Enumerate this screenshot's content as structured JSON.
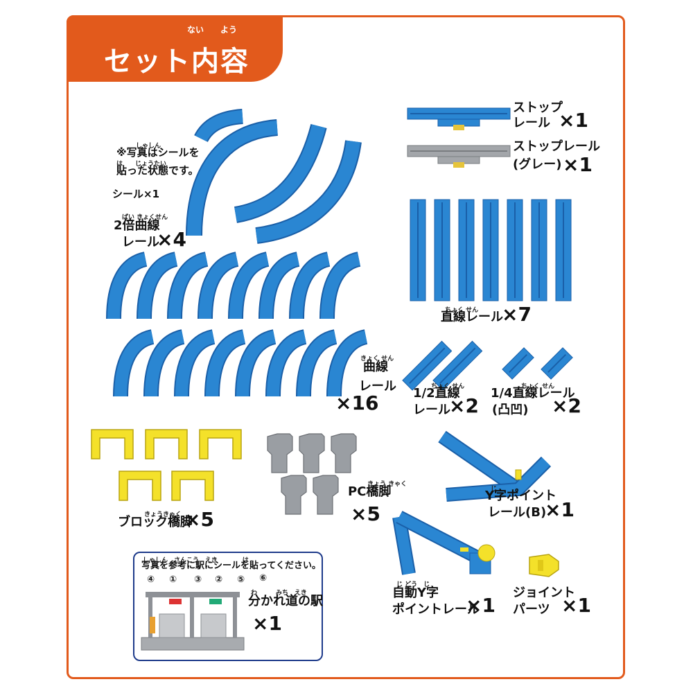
{
  "header": {
    "title": "セット内容",
    "ruby_1": "ない",
    "ruby_2": "よう"
  },
  "items": {
    "stop_rail": {
      "label_1": "ストップ",
      "label_2": "レール",
      "qty": "×1"
    },
    "stop_rail_gray": {
      "label_1": "ストップレール",
      "label_2": "(グレー)",
      "qty": "×1"
    },
    "sticker_note": {
      "line_1": "※写真はシールを",
      "line_2": "貼った状態です。",
      "ruby_1": "しゃしん",
      "ruby_2": "は　　じょうたい"
    },
    "sticker": {
      "label": "シール×1"
    },
    "double_curve": {
      "label_1": "2倍曲線",
      "label_2": "レール",
      "qty": "×4",
      "ruby": "ばい きょくせん"
    },
    "straight_rail": {
      "label": "直線レール",
      "qty": "×7",
      "ruby": "ちょく せん"
    },
    "curve_rail": {
      "label_1": "曲線",
      "label_2": "レール",
      "qty": "×16",
      "ruby": "きょく せん"
    },
    "half_straight": {
      "label_1": "1/2直線",
      "label_2": "レール",
      "qty": "×2",
      "ruby": "ちょく せん"
    },
    "quarter_straight": {
      "label_1": "1/4直線レール",
      "label_2": "(凸凹)",
      "qty": "×2",
      "ruby": "ちょく せん"
    },
    "block_pier": {
      "label": "ブロック橋脚",
      "qty": "×5",
      "ruby": "きょうきゃく"
    },
    "pc_pier": {
      "label": "PC橋脚",
      "qty": "×5",
      "ruby": "きょう きゃく"
    },
    "y_point": {
      "label_1": "Y字ポイント",
      "label_2": "レール(B)",
      "qty": "×1",
      "ruby": "じ"
    },
    "auto_y_point": {
      "label_1": "自動Y字",
      "label_2": "ポイントレール",
      "qty": "×1",
      "ruby": "じ どう　じ"
    },
    "joint_parts": {
      "label_1": "ジョイント",
      "label_2": "パーツ",
      "qty": "×1"
    },
    "station": {
      "instruction": "写真を参考に駅にシールを貼ってください。",
      "instruction_ruby": "しゃしん　さんこう　えき　　　　は",
      "name": "分かれ道の駅",
      "name_ruby": "わ　　　みち　えき",
      "qty": "×1",
      "markers": [
        "④",
        "①",
        "③",
        "②",
        "⑤",
        "⑥"
      ]
    }
  },
  "colors": {
    "accent": "#e25a1c",
    "rail_blue": "#2a86d2",
    "rail_dark": "#1a5fa8",
    "pier_yellow": "#f4e12a",
    "pier_gray": "#9a9ea3",
    "box_border": "#1d3a8a"
  }
}
